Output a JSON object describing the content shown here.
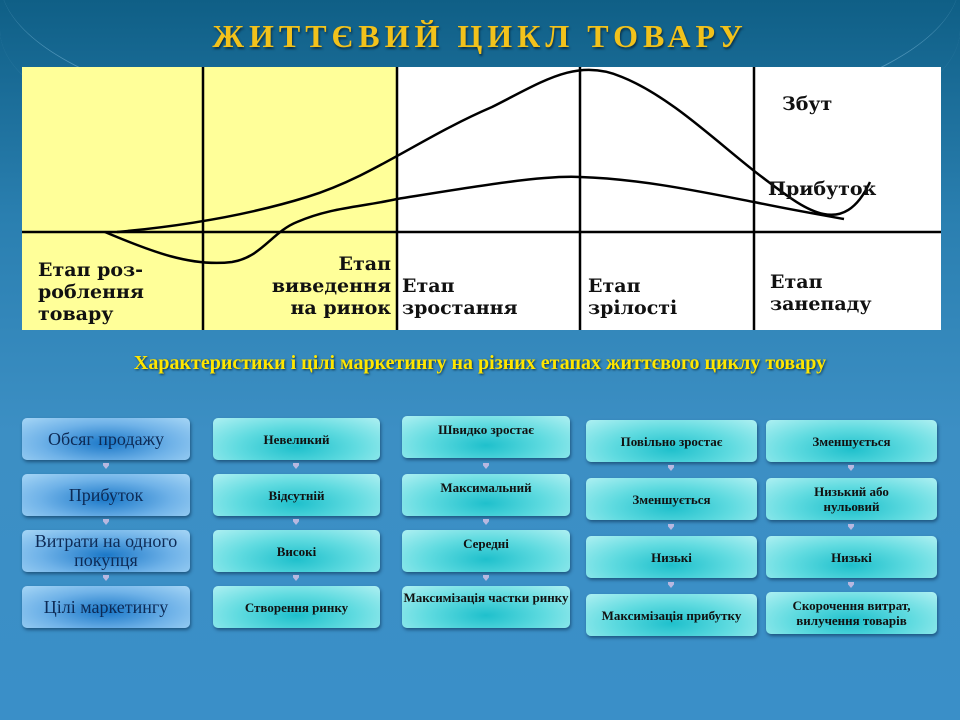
{
  "title": "ЖИТТЄВИЙ ЦИКЛ ТОВАРУ",
  "chart": {
    "curve_labels": {
      "sales": "Збут",
      "profit": "Прибуток"
    },
    "stages": [
      "Етап роз-\nроблення\nтовару",
      "Етап\nвиведення\nна ринок",
      "Етап\nзростання",
      "Етап\nзрілості",
      "Етап\nзанепаду"
    ],
    "colors": {
      "early_stages": "#ffff99",
      "later_stages": "#ffffff"
    }
  },
  "subtitle": "Характеристики і цілі маркетингу на різних етапах життєвого циклу товару",
  "table": {
    "rows": [
      "Обсяг продажу",
      "Прибуток",
      "Витрати на одного покупця",
      "Цілі маркетингу"
    ],
    "columns": [
      [
        "Невеликий",
        "Відсутній",
        "Високі",
        "Створення ринку"
      ],
      [
        "Швидко зростає",
        "Максимальний",
        "Середні",
        "Максимізація частки ринку"
      ],
      [
        "Повільно зростає",
        "Зменшується",
        "Низькі",
        "Максимізація прибутку"
      ],
      [
        "Зменшується",
        "Низький або нульовий",
        "Низькі",
        "Скорочення витрат, вилучення товарів"
      ]
    ]
  }
}
